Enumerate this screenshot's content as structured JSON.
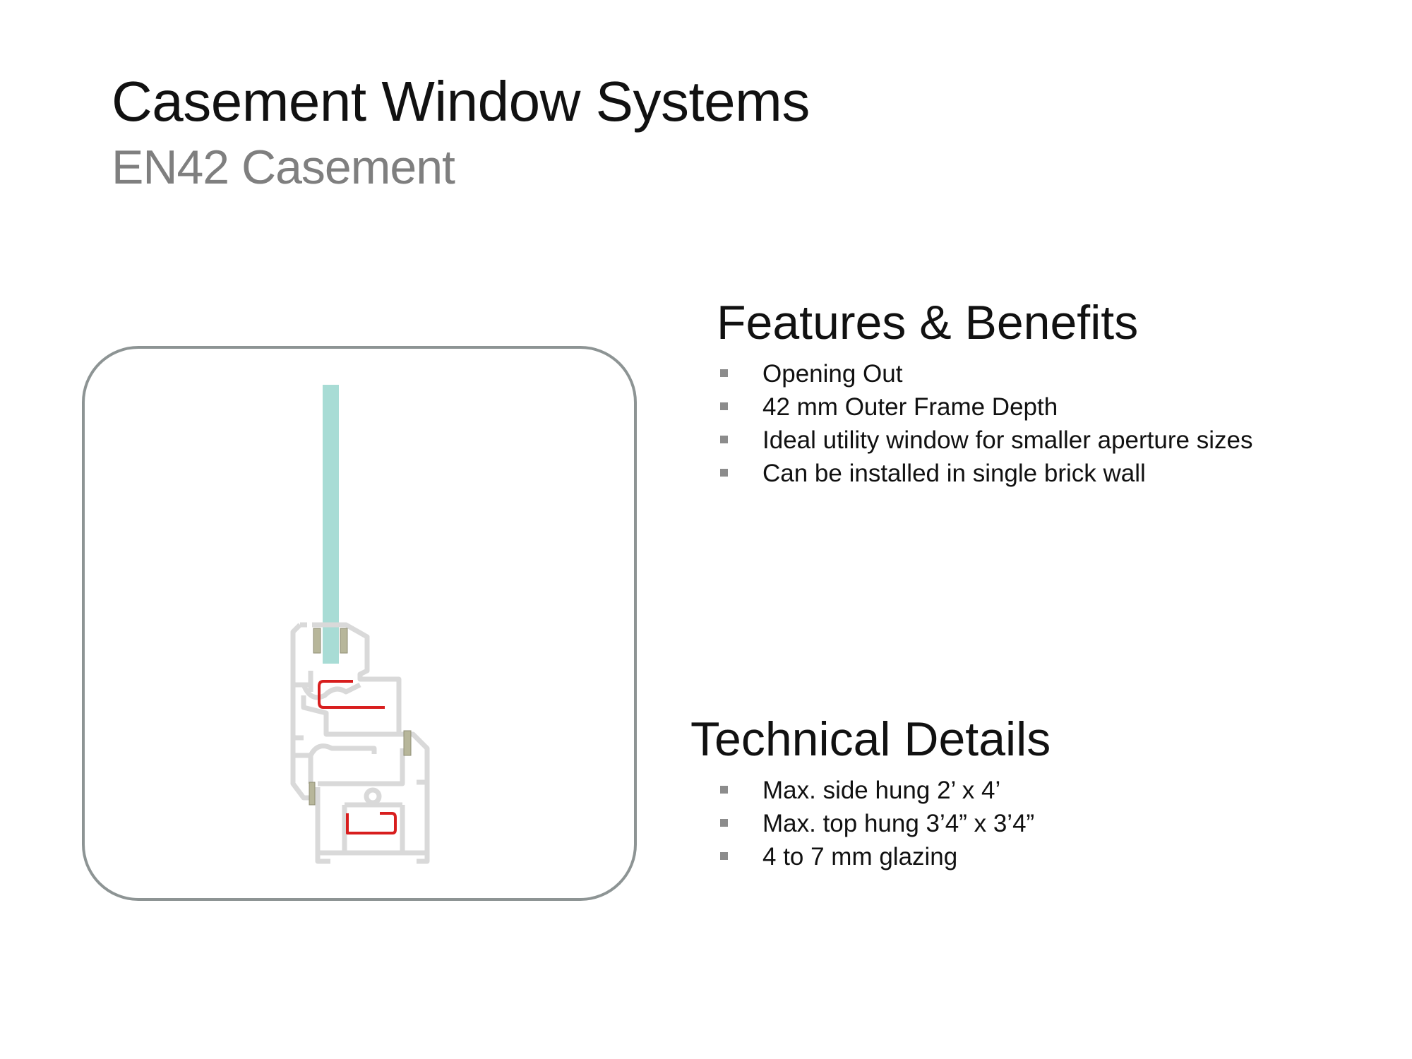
{
  "header": {
    "title": "Casement Window Systems",
    "subtitle": "EN42 Casement"
  },
  "features": {
    "heading": "Features & Benefits",
    "items": [
      "Opening Out",
      "42 mm Outer Frame Depth",
      "Ideal utility window for smaller aperture sizes",
      "Can be installed in single brick wall"
    ]
  },
  "technical": {
    "heading": "Technical Details",
    "items": [
      "Max. side hung 2’ x 4’",
      "Max. top hung 3’4” x 3’4”",
      "4 to 7 mm glazing"
    ]
  },
  "colors": {
    "glass": "#a8dcd5",
    "reinforcement": "#d81e1e",
    "frame_border": "#8d9494",
    "gasket": "#b7b69a"
  }
}
